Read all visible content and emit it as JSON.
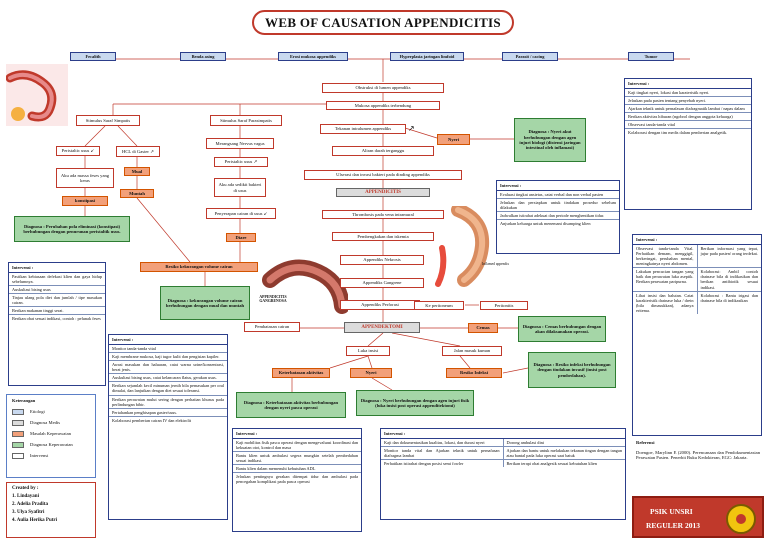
{
  "title": "WEB OF CAUSATION APPENDICITIS",
  "causes": [
    "Fecalith",
    "Benda asing",
    "Erosi mukosa appendiks",
    "Hyperplasia jaringan limfoid",
    "Parasit / cacing",
    "Tumor"
  ],
  "flow": {
    "obstruksi": "Obstruksi di lumen appendiks",
    "mukosa": "Mukosa appendiks terbendung",
    "tekanan": "Tekanan intralumen appendiks",
    "aliran": "Aliran darah terganggu",
    "ulserasi": "Ulserasi dan invasi bakteri pada dinding appendiks",
    "appendicitis": "APPENDICITIS",
    "thrombosis": "Thrombosis pada vena intramural",
    "pembengkakan": "Pembengkakan dan iskemia",
    "nekrosis": "Appendiks Nekrosis",
    "gangrene": "Appendiks Gangrene",
    "perforasi": "Appendiks Perforasi",
    "keperitoneum": "Ke peritoneum",
    "peritonitis": "Peritonitis",
    "appendektomi": "APPENDEKTOMI",
    "pembatasan": "Pembatasan cairan",
    "cemas": "Cemas",
    "luka": "Luka insisi",
    "masuk": "Jalan masuk kuman",
    "keterbatasan": "Keterbatasan aktivitas",
    "nyeri2": "Nyeri",
    "infeksi": "Resiko Infeksi",
    "nyeri1": "Nyeri",
    "simpatis": "Stimulus Saraf Simpatis",
    "parasimpatis": "Stimulus Saraf Parasimpatis",
    "peristaltik_turun": "Peristaltic usus",
    "hcl": "HCL di Gaster",
    "akumulasi": "Aku ada massa feses yang keras",
    "konstipasi": "konstipasi",
    "mual": "Mual",
    "muntah": "Muntah",
    "vagus": "Merangsang Nervus vagus",
    "peristaltik_naik": "Peristaltic usus",
    "sedikit": "Aku ada sedikit bakteri di usus",
    "penyerapan": "Penyerapan cairan di usus",
    "diare": "Diare",
    "kekurangan": "Resiko kekurangan volume cairan"
  },
  "diagnoses": {
    "nyeri1": "Diagnosa : Nyeri akut berhubungan dengan agen injuri biologi (distensi jaringan intestinal oleh inflamasi)",
    "konstipasi": "Diagnosa : Perubahan pola eliminasi (konstipasi) berhubungan dengan penurunan peristaltik usus.",
    "cairan": "Diagnosa : kekurangan volume cairan berhubungan dengan mual dan muntah",
    "cemas": "Diagnosa : Cemas berhubungan dengan akan dilaksanakan operasi.",
    "infeksi": "Diagnosa : Resiko infeksi berhubungan dengan tindakan invasif (insisi post pembedahan).",
    "aktivitas": "Diagnosa : Keterbatasan aktivitas berhubungan dengan nyeri pasca operasi",
    "nyeri2": "Diagnosa : Nyeri berhubungan dengan agen injuri fisik (luka insisi post operasi appenditektomi)"
  },
  "interventions": {
    "header": "Intervensi :",
    "nyeri_akut": [
      "Kaji tingkat nyeri, lokasi dan karateristik nyeri.",
      "Jelaskan pada pasien tentang penyebab nyeri.",
      "Ajarkan teknik untuk pernafasan diafragmatik lambat / napas dalam",
      "Berikan aktivitas hiburan (ngobrol dengan anggota keluarga)",
      "Observasi tanda-tanda vital",
      "Kolaborasi dengan tim medis dalam pemberian analgetik."
    ],
    "cemas": [
      "Evaluasi tingkat ansietas, catat verbal dan non verbal pasien",
      "Jelaskan dan persiapkan untuk tindakan prosedur sebelum dilakukan",
      "Jadwalkan istirahat adekuat dan periode menghentikan tidur.",
      "Anjurkan keluarga untuk menemani disamping klien"
    ],
    "konstipasi": [
      "Pastikan kebiasaan defekasi klien dan gaya hidup sebelumnya.",
      "Auskultasi bising usus",
      "Tinjau ulang pola diet dan jumlah / tipe masukan cairan.",
      "Berikan makanan tinggi serat.",
      "Berikan obat sesuai indikasi, contoh : pelunak feses"
    ],
    "cairan": [
      "Monitor tanda-tanda vital",
      "Kaji membrane mukosa, kaji tugor kulit dan pengisian kapiler.",
      "Awasi masukan dan haluaran, catat warna urine/konsentrasi, berat jenis.",
      "Auskultasi bising usus, catat kelancaran flatus, gerakan usus.",
      "Berikan sejumlah kecil minuman jernih bila pemasukan per oral dimulai, dan lanjutkan dengan diet sesuai toleransi.",
      "Berikan perawatan mulut sering dengan perhatian khusus pada perlindungan bibir.",
      "Pertahankan penghisapan gaster/usus.",
      "Kolaborasi pemberian cairan IV dan elektrolit"
    ],
    "infeksi_left": [
      "Observasi tanda-tanda Vital. Perhatikan demam, menggigil, berkeringat, perubahan mental, meningkatnya nyeri abdomen.",
      "Lakukan pencucian tangan yang baik dan perawatan luka aseptik. Berikan perawatan paripurna.",
      "Lihat insisi dan balutan. Catat karakteristik drainase luka / drein (bila dimasukkan), adanya eritema."
    ],
    "infeksi_right": [
      "Berikan informasi yang tepat, jujur pada pasien/ orang terdekat.",
      "Kolaborasi: Ambil contoh drainase bila di indikasikan dan berikan antibiotik sesuai indikasi.",
      "Kolaborasi : Bantu irigasi dan drainase bila di indikasikan"
    ],
    "aktivitas": [
      "Kaji mobilitas fisik pasca operasi dengan mengevaluasi koordinasi dan kekuatan otot, kontrol dan masa",
      "Bantu klien untuk ambulasi segera mungkin setelah pembedahan sesuai indikasi.",
      "Bantu klien dalam memenuhi kebutuhan ADL",
      "Jelaskan pentingnya gerakan ditempat tidur dan ambulasi pada pencegahan komplikasi pada pasca operasi"
    ],
    "nyeri_post_left": [
      "Kaji dan dokumentasikan kualitas, lokasi, dan durasi nyeri",
      "Monitor tanda vital dan Ajarkan teknik untuk pernafasan diafragma lambat",
      "Perhatikan istirahat dengan posisi semi fowler"
    ],
    "nyeri_post_right": [
      "Dorong ambulasi dini",
      "Ajarkan dan bantu untuk melakukan tekanan tingan dengan tangan atau bantal pada luka operasi saat batuk",
      "Berikan terapi obat analgesik sesuai kebutuhan klien"
    ]
  },
  "legend": {
    "title": "Keterangan",
    "items": [
      "Etiologi",
      "Diagnosa Medis",
      "Masalah Keperawatan",
      "Diagnosa Keperawatan",
      "Intervensi"
    ],
    "colors": [
      "#c9d9ef",
      "#dcdcdc",
      "#f2a07a",
      "#a5d6a7",
      "#ffffff"
    ]
  },
  "credits": {
    "title": "Created by :",
    "names": [
      "1.  Lindayani",
      "2.  Adelia Pradita",
      "3.  Ulya Syafitri",
      "4.  Aulia Herika Putri"
    ]
  },
  "reference": {
    "title": "Referensi",
    "text": "Doengoe, Marylinn E (2000). Perencanaan dan Pendokumentasian Perawatan Pasien. Penerbit Buku Kedokteran, EGC: Jakarta."
  },
  "badge": {
    "line1": "PSIK UNSRI",
    "line2": "REGULER  2013"
  },
  "image_labels": {
    "gangrenosa": "APPENDICITIS GANGRENOSA",
    "inflamed": "Inflamed appendix"
  }
}
